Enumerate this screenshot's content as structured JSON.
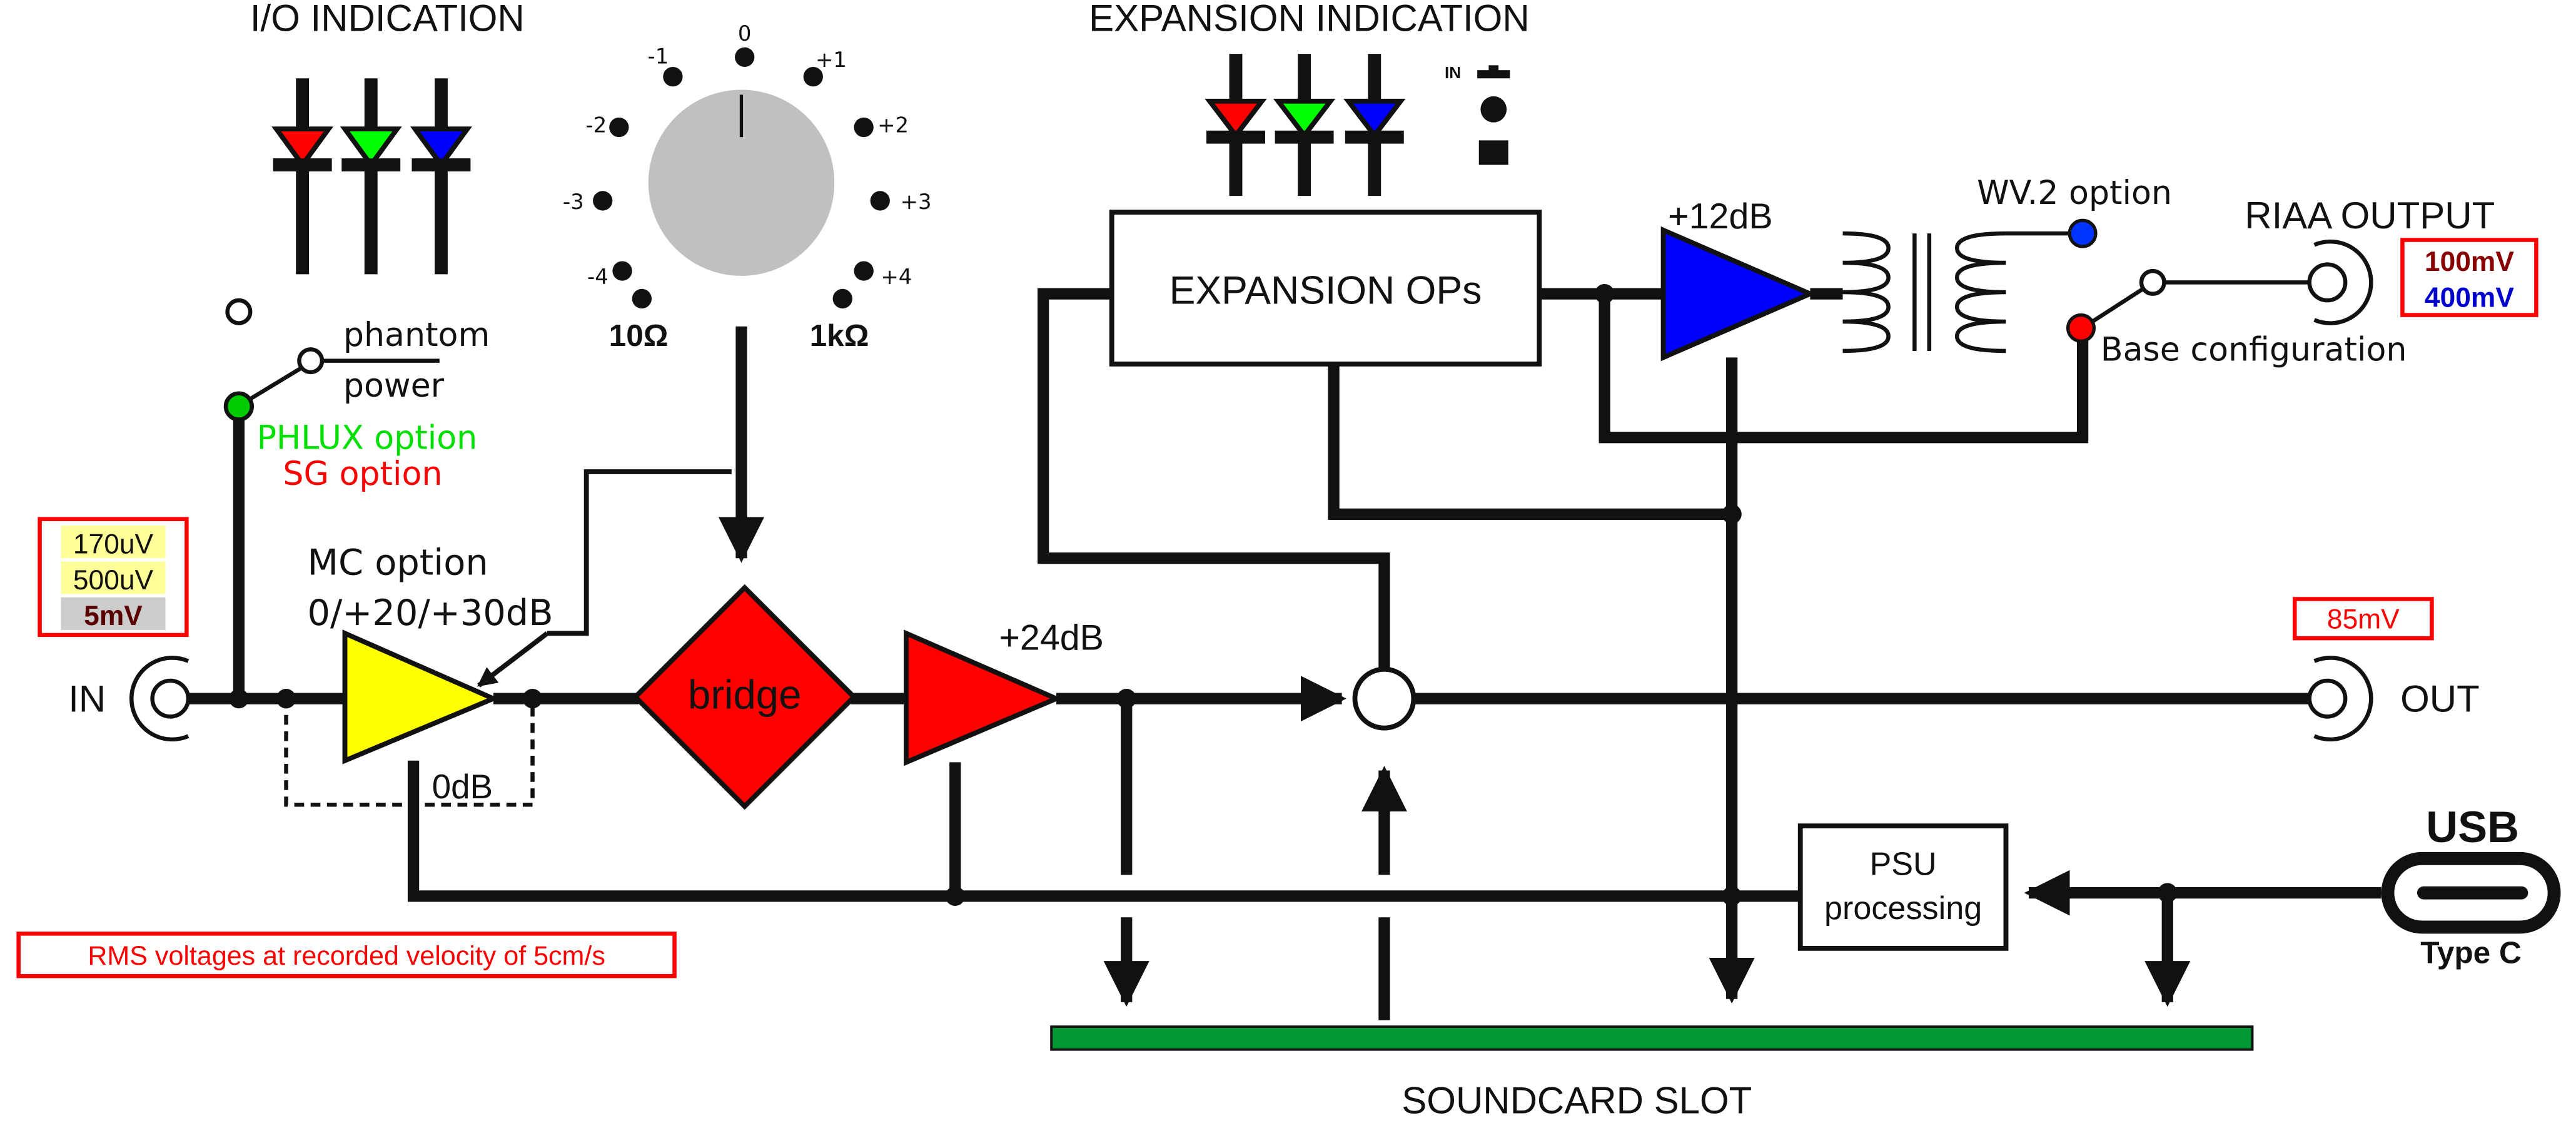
{
  "colors": {
    "red": "#ff0000",
    "green": "#00ff00",
    "blue": "#0000ff",
    "yellow": "#ffff00",
    "knob_gray": "#c0c0c0",
    "slot_green": "#009933",
    "label_red": "#ff0000",
    "note_highlight_yellow": "#ffff99",
    "note_highlight_gray": "#cccccc"
  },
  "titles": {
    "io_indication": "I/O INDICATION",
    "expansion_indication": "EXPANSION INDICATION",
    "riaa_output": "RIAA OUTPUT",
    "soundcard_slot": "SOUNDCARD SLOT"
  },
  "knob": {
    "ticks": [
      "-4",
      "-3",
      "-2",
      "-1",
      "0",
      "+1",
      "+2",
      "+3",
      "+4"
    ],
    "min_label": "10Ω",
    "max_label": "1kΩ"
  },
  "input": {
    "label": "IN",
    "levels": [
      "170uV",
      "500uV",
      "5mV"
    ],
    "phantom_line1": "phantom",
    "phantom_line2": "power",
    "phlux_option": "PHLUX option",
    "sg_option": "SG option"
  },
  "mc_stage": {
    "title": "MC option",
    "gains": "0/+20/+30dB",
    "bypass": "0dB"
  },
  "bridge": {
    "label": "bridge"
  },
  "gain_stage": {
    "label": "+24dB"
  },
  "expansion": {
    "block": "EXPANSION OPs",
    "button_label": "IN"
  },
  "riaa_stage": {
    "gain": "+12dB",
    "wv2_option": "WV.2 option",
    "base_config": "Base configuration",
    "levels": [
      "100mV",
      "400mV"
    ]
  },
  "output": {
    "label": "OUT",
    "level": "85mV"
  },
  "psu": {
    "line1": "PSU",
    "line2": "processing"
  },
  "usb": {
    "title": "USB",
    "subtitle": "Type C"
  },
  "footnote": "RMS voltages at recorded velocity of 5cm/s"
}
